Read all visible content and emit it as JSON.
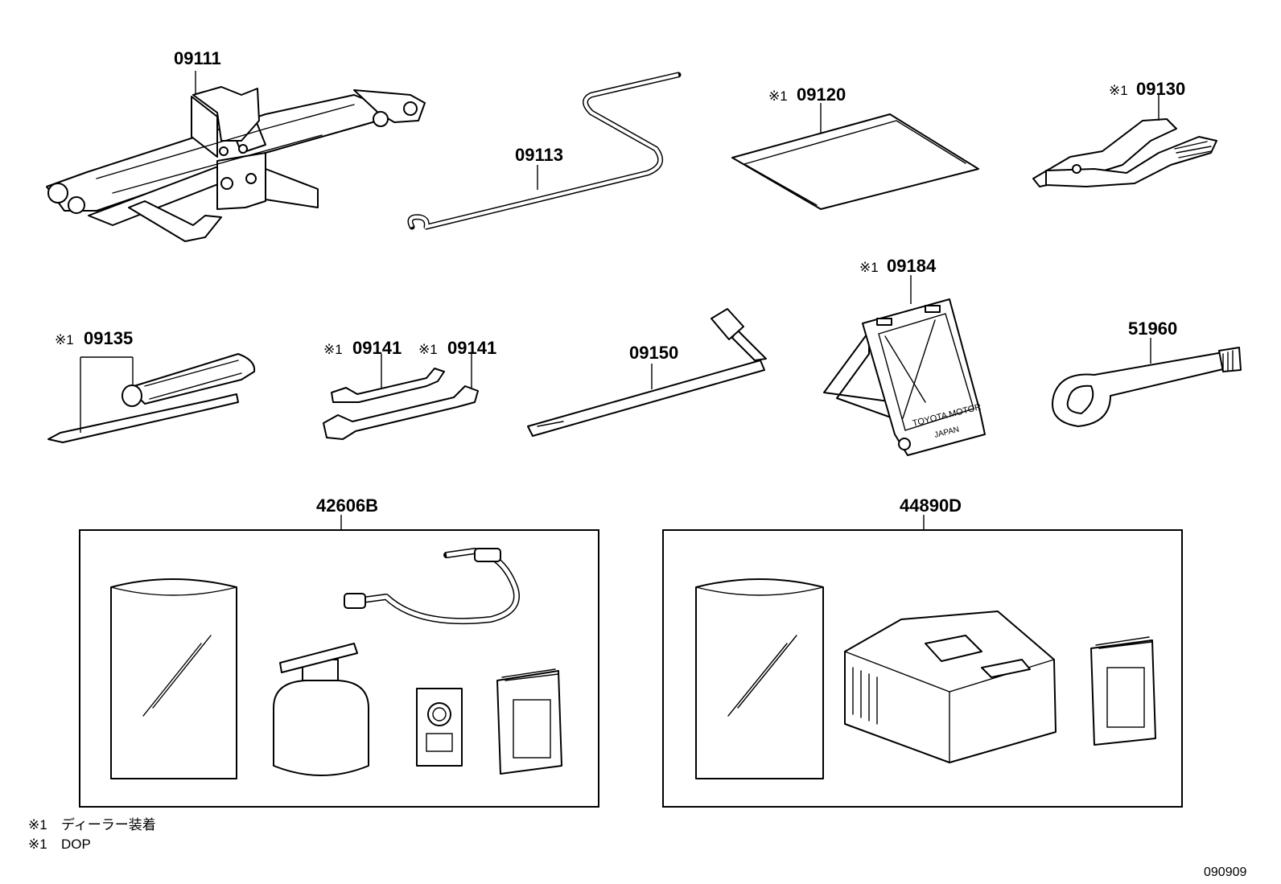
{
  "parts": {
    "p09111": {
      "code": "09111",
      "mark": ""
    },
    "p09113": {
      "code": "09113",
      "mark": ""
    },
    "p09120": {
      "code": "09120",
      "mark": "※1"
    },
    "p09130": {
      "code": "09130",
      "mark": "※1"
    },
    "p09135": {
      "code": "09135",
      "mark": "※1"
    },
    "p09141a": {
      "code": "09141",
      "mark": "※1"
    },
    "p09141b": {
      "code": "09141",
      "mark": "※1"
    },
    "p09150": {
      "code": "09150",
      "mark": ""
    },
    "p09184": {
      "code": "09184",
      "mark": "※1"
    },
    "p51960": {
      "code": "51960",
      "mark": ""
    },
    "p42606B": {
      "code": "42606B",
      "mark": ""
    },
    "p44890D": {
      "code": "44890D",
      "mark": ""
    }
  },
  "chock_text": {
    "line1": "TOYOTA MOTOR",
    "line2": "JAPAN"
  },
  "notes": [
    {
      "mark": "※1",
      "text": "ディーラー装着"
    },
    {
      "mark": "※1",
      "text": "DOP"
    }
  ],
  "diagram_code": "090909"
}
